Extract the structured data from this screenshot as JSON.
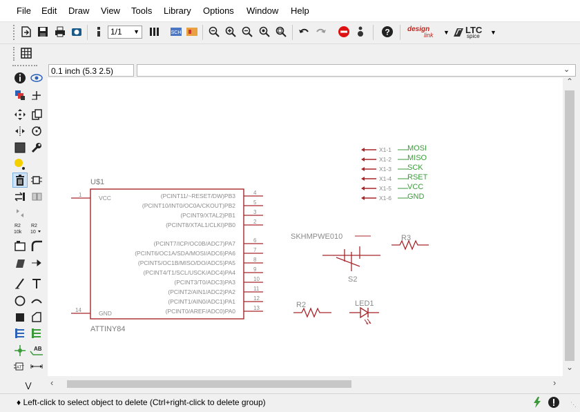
{
  "menu": [
    "File",
    "Edit",
    "Draw",
    "View",
    "Tools",
    "Library",
    "Options",
    "Window",
    "Help"
  ],
  "toolbar": {
    "sheet_select": "1/1",
    "icons": [
      "export-icon",
      "save-icon",
      "print-icon",
      "cam-icon",
      "sheet-icon",
      "zoom-fit-icon",
      "zoom-in-icon",
      "zoom-out-icon",
      "zoom-redraw-icon",
      "zoom-select-icon",
      "undo-icon",
      "redo-icon",
      "stop-icon",
      "go-icon",
      "help-icon"
    ],
    "designlink_label": "design",
    "designlink_sub": "link",
    "ltc_label": "LTC",
    "ltc_sub": "spice"
  },
  "coord": "0.1 inch (5.3 2.5)",
  "command_value": "",
  "status": "♦ Left-click to select object to delete (Ctrl+right-click to delete group)",
  "schematic": {
    "ic": {
      "name": "U$1",
      "value": "ATTINY84",
      "vcc_label": "VCC",
      "gnd_label": "GND",
      "vcc_pin": "1",
      "gnd_pin": "14",
      "pins": [
        {
          "label": "(PCINT11/~RESET/DW)PB3",
          "num": "4"
        },
        {
          "label": "(PCINT10/INT0/OC0A/CKOUT)PB2",
          "num": "5"
        },
        {
          "label": "(PCINT9/XTAL2)PB1",
          "num": "3"
        },
        {
          "label": "(PCINT8/XTAL1/CLKI)PB0",
          "num": "2"
        },
        {
          "label": "(PCINT7/ICP/OC0B/ADC7)PA7",
          "num": "6"
        },
        {
          "label": "(PCINT6/OC1A/SDA/MOSI/ADC6)PA6",
          "num": "7"
        },
        {
          "label": "(PCINT5/OC1B/MISO/DO/ADC5)PA5",
          "num": "8"
        },
        {
          "label": "(PCINT4/T1/SCL/USCK/ADC4)PA4",
          "num": "9"
        },
        {
          "label": "(PCINT3/T0/ADC3)PA3",
          "num": "10"
        },
        {
          "label": "(PCINT2/AIN1/ADC2)PA2",
          "num": "11"
        },
        {
          "label": "(PCINT1/AIN0/ADC1)PA1",
          "num": "12"
        },
        {
          "label": "(PCINT0/AREF/ADC0)PA0",
          "num": "13"
        }
      ]
    },
    "header": {
      "pins": [
        "X1-1",
        "X1-2",
        "X1-3",
        "X1-4",
        "X1-5",
        "X1-6"
      ],
      "nets": [
        "MOSI",
        "MISO",
        "SCK",
        "RSET",
        "VCC",
        "GND"
      ]
    },
    "switch": {
      "value": "SKHMPWE010",
      "name": "S2"
    },
    "r3": "R3",
    "r2": "R2",
    "led": "LED1"
  }
}
